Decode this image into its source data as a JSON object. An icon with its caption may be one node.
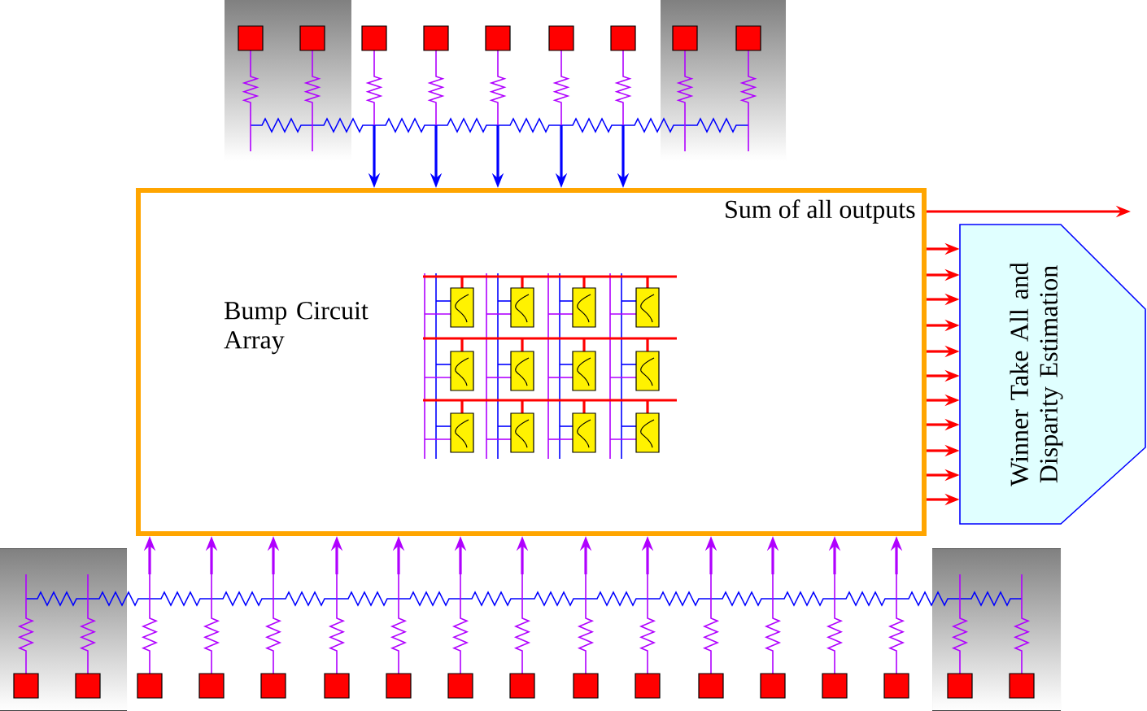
{
  "diagram": {
    "nodes": [
      {
        "text": [
          "Bump Circuit Array"
        ]
      },
      {
        "text": [
          "Winner Take All and Disparity Estimation"
        ]
      }
    ],
    "edges": [
      {
        "from": 0,
        "to": null,
        "arrow": "to",
        "label": "Sum of all outputs",
        "color": "#ff0000"
      },
      {
        "from": 0,
        "to": 1,
        "arrow": "to",
        "color": "#ff0000"
      },
      {
        "from": 0,
        "to": 1,
        "arrow": "to",
        "color": "#ff0000"
      },
      {
        "from": 0,
        "to": 1,
        "arrow": "to",
        "color": "#ff0000"
      },
      {
        "from": 0,
        "to": 1,
        "arrow": "to",
        "color": "#ff0000"
      },
      {
        "from": 0,
        "to": 1,
        "arrow": "to",
        "color": "#ff0000"
      },
      {
        "from": 0,
        "to": 1,
        "arrow": "to",
        "color": "#ff0000"
      },
      {
        "from": 0,
        "to": 1,
        "arrow": "to",
        "color": "#ff0000"
      },
      {
        "from": 0,
        "to": 1,
        "arrow": "to",
        "color": "#ff0000"
      },
      {
        "from": 0,
        "to": 1,
        "arrow": "to",
        "color": "#ff0000"
      },
      {
        "from": 0,
        "to": 1,
        "arrow": "to",
        "color": "#ff0000"
      },
      {
        "from": 0,
        "to": 1,
        "arrow": "to",
        "color": "#ff0000"
      },
      {
        "from": null,
        "to": 0,
        "arrow": "to",
        "color": "#0000ff"
      },
      {
        "from": null,
        "to": 0,
        "arrow": "to",
        "color": "#0000ff"
      },
      {
        "from": null,
        "to": 0,
        "arrow": "to",
        "color": "#0000ff"
      },
      {
        "from": null,
        "to": 0,
        "arrow": "to",
        "color": "#0000ff"
      },
      {
        "from": null,
        "to": 0,
        "arrow": "to",
        "color": "#0000ff"
      },
      {
        "from": null,
        "to": 0,
        "arrow": "to",
        "color": "#b000ff"
      },
      {
        "from": null,
        "to": 0,
        "arrow": "to",
        "color": "#b000ff"
      },
      {
        "from": null,
        "to": 0,
        "arrow": "to",
        "color": "#b000ff"
      },
      {
        "from": null,
        "to": 0,
        "arrow": "to",
        "color": "#b000ff"
      },
      {
        "from": null,
        "to": 0,
        "arrow": "to",
        "color": "#b000ff"
      },
      {
        "from": null,
        "to": 0,
        "arrow": "to",
        "color": "#b000ff"
      },
      {
        "from": null,
        "to": 0,
        "arrow": "to",
        "color": "#b000ff"
      },
      {
        "from": null,
        "to": 0,
        "arrow": "to",
        "color": "#b000ff"
      },
      {
        "from": null,
        "to": 0,
        "arrow": "to",
        "color": "#b000ff"
      },
      {
        "from": null,
        "to": 0,
        "arrow": "to",
        "color": "#b000ff"
      },
      {
        "from": null,
        "to": 0,
        "arrow": "to",
        "color": "#b000ff"
      },
      {
        "from": null,
        "to": 0,
        "arrow": "to",
        "color": "#b000ff"
      },
      {
        "from": null,
        "to": 0,
        "arrow": "to",
        "color": "#b000ff"
      }
    ]
  }
}
